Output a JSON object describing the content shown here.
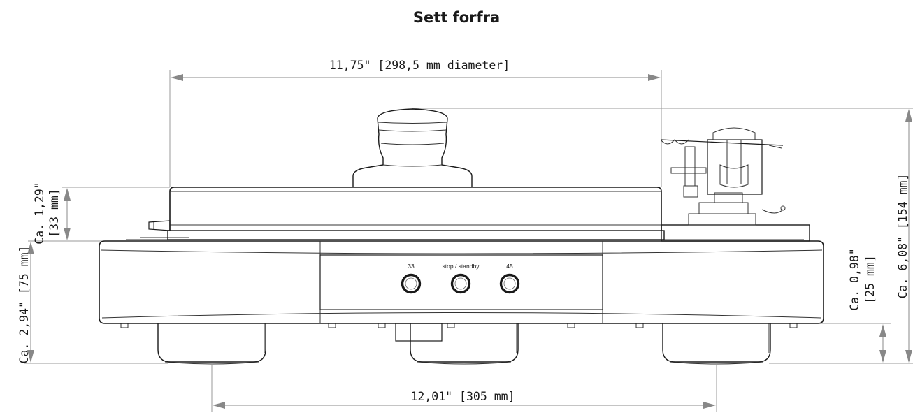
{
  "title": "Sett forfra",
  "dimensions": {
    "platter_diameter": "11,75\" [298,5 mm diameter]",
    "foot_spacing": "12,01\" [305 mm]",
    "platter_height_in": "Ca. 1,29\"",
    "platter_height_mm": "[33 mm]",
    "base_height": "Ca. 2,94\" [75 mm]",
    "foot_height_in": "Ca. 0,98\"",
    "foot_height_mm": "[25 mm]",
    "total_height": "Ca. 6,08\" [154 mm]"
  },
  "controls": {
    "speed_33": "33",
    "stop_standby": "stop / standby",
    "speed_45": "45"
  },
  "colors": {
    "line": "#1a1a1a",
    "dimension": "#888888"
  }
}
